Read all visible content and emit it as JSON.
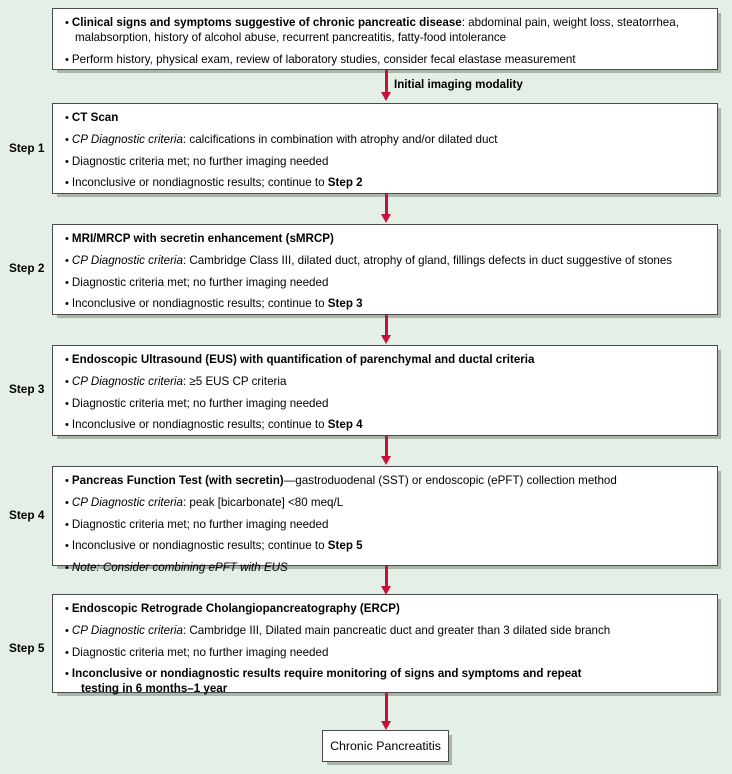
{
  "diagram": {
    "title": "Stepwise diagnostic algorithm for chronic pancreatitis",
    "background_color": "#e4efe5",
    "arrow_color": "#c8103c",
    "box_border_color": "#4a4a4a",
    "box_fill_color": "#ffffff"
  },
  "intro_box": {
    "lines": [
      {
        "bold_lead": "Clinical signs and symptoms suggestive of chronic pancreatic disease",
        "rest": ": abdominal pain, weight loss, steatorrhea, malabsorption, history of alcohol abuse, recurrent pancreatitis, fatty-food intolerance"
      },
      {
        "bold_lead": "",
        "rest": "Perform history, physical exam, review of laboratory studies, consider fecal elastase measurement"
      }
    ]
  },
  "connector_labels": {
    "initial": "Initial imaging modality"
  },
  "steps": [
    {
      "label": "Step 1",
      "title": "CT Scan",
      "criteria_lead": "CP Diagnostic criteria",
      "criteria_rest": ": calcifications in combination with atrophy and/or dilated duct",
      "met": "Diagnostic criteria met; no further imaging needed",
      "inconclusive_pre": "Inconclusive or nondiagnostic results; continue to ",
      "inconclusive_bold": "Step 2",
      "note": ""
    },
    {
      "label": "Step 2",
      "title": "MRI/MRCP with secretin enhancement (sMRCP)",
      "criteria_lead": "CP Diagnostic criteria",
      "criteria_rest": ": Cambridge Class III, dilated duct, atrophy of gland, fillings defects in duct suggestive of stones",
      "met": "Diagnostic criteria met; no further imaging needed",
      "inconclusive_pre": "Inconclusive or nondiagnostic results; continue to ",
      "inconclusive_bold": "Step 3",
      "note": ""
    },
    {
      "label": "Step 3",
      "title": "Endoscopic Ultrasound (EUS) with quantification of parenchymal and ductal criteria",
      "criteria_lead": "CP Diagnostic criteria",
      "criteria_rest": ": ≥5 EUS CP criteria",
      "met": "Diagnostic criteria met; no further imaging needed",
      "inconclusive_pre": "Inconclusive or nondiagnostic results; continue to ",
      "inconclusive_bold": "Step 4",
      "note": ""
    },
    {
      "label": "Step 4",
      "title": "Pancreas Function Test (with secretin)",
      "title_rest": "—gastroduodenal (SST) or endoscopic (ePFT) collection method",
      "criteria_lead": "CP Diagnostic criteria",
      "criteria_rest": ": peak [bicarbonate] <80 meq/L",
      "met": "Diagnostic criteria met; no further imaging needed",
      "inconclusive_pre": "Inconclusive or nondiagnostic results; continue to ",
      "inconclusive_bold": "Step 5",
      "note": "Note: Consider combining ePFT with EUS"
    },
    {
      "label": "Step 5",
      "title": "Endoscopic Retrograde Cholangiopancreatography (ERCP)",
      "criteria_lead": "CP Diagnostic criteria",
      "criteria_rest": ": Cambridge III, Dilated main pancreatic duct and greater than 3 dilated side branch",
      "met": "Diagnostic criteria met; no further imaging needed",
      "final_bold_line1": "Inconclusive or nondiagnostic results require monitoring of signs and symptoms and repeat",
      "final_bold_line2": "testing in 6 months–1 year",
      "note": ""
    }
  ],
  "terminal": {
    "label": "Chronic Pancreatitis"
  }
}
